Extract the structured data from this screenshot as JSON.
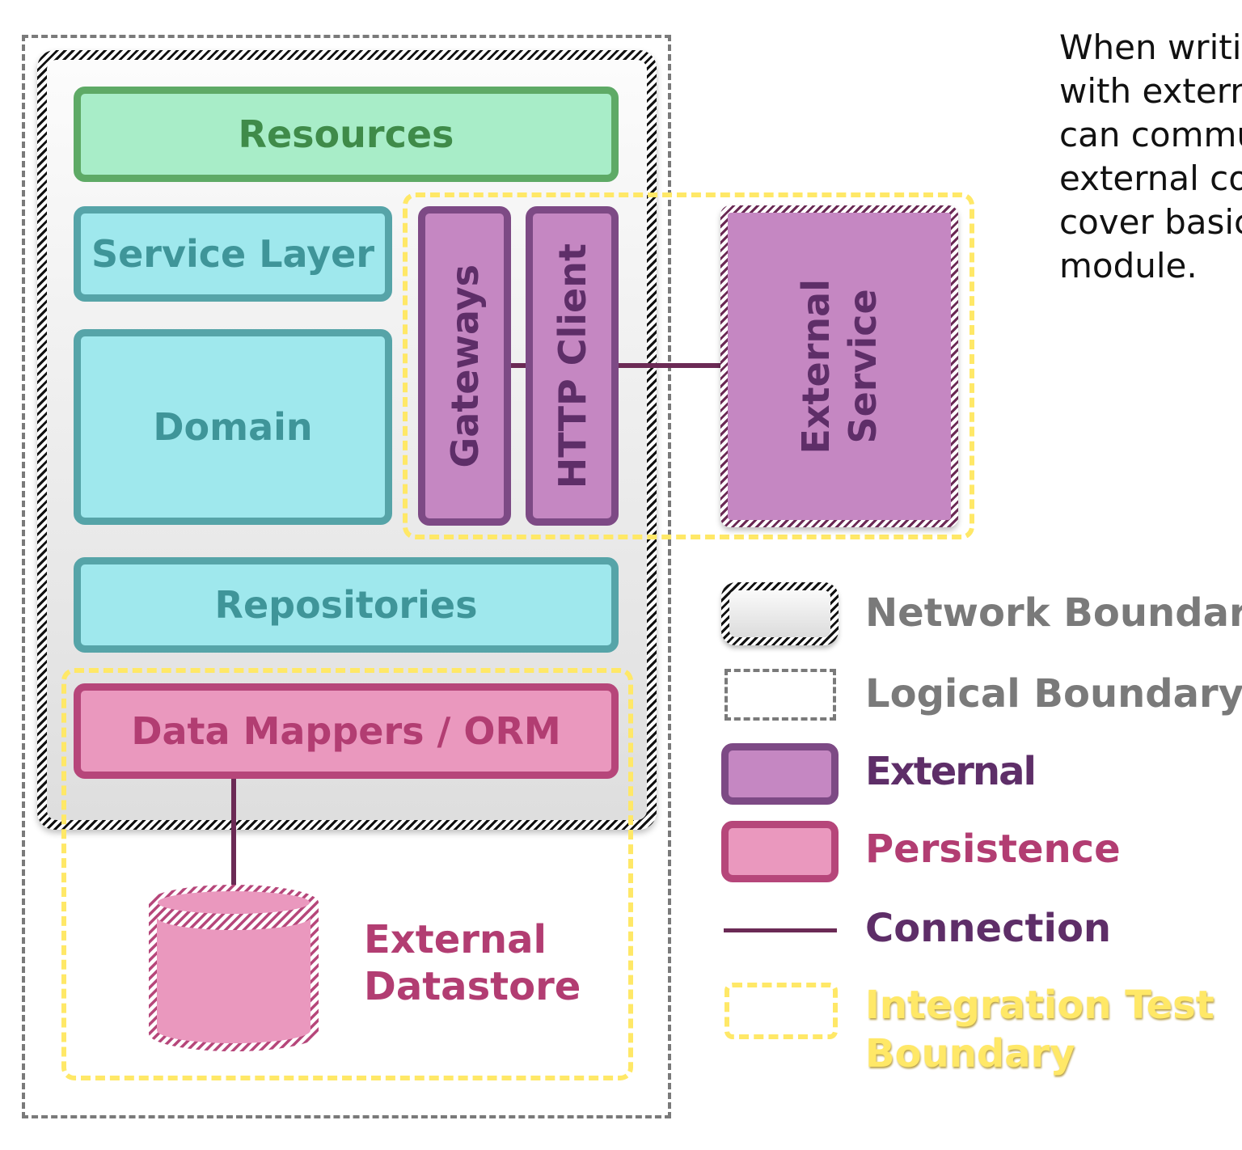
{
  "diagram": {
    "resources": "Resources",
    "service_layer": "Service Layer",
    "domain": "Domain",
    "gateways": "Gateways",
    "http_client": "HTTP Client",
    "external_service": [
      "External",
      "Service"
    ],
    "repositories": "Repositories",
    "data_mappers": "Data Mappers / ORM",
    "external_datastore": [
      "External",
      "Datastore"
    ]
  },
  "legend": {
    "network_boundary": "Network Boundary",
    "logical_boundary": "Logical Boundary",
    "external": "External",
    "persistence": "Persistence",
    "connection": "Connection",
    "integration_test_boundary": [
      "Integration Test",
      "Boundary"
    ]
  },
  "side_text": [
    "When writi",
    "with extern",
    "can commu",
    "external co",
    "cover basic",
    "module."
  ],
  "colors": {
    "teal_fill": "#9fe8ed",
    "teal_border": "#56a4a8",
    "green_fill": "#a8edc8",
    "purple_fill": "#c587c2",
    "purple_border": "#7d4a85",
    "pink_fill": "#ea98be",
    "pink_border": "#b6467a",
    "integration_yellow": "#ffe867",
    "connection": "#6b2a55"
  }
}
